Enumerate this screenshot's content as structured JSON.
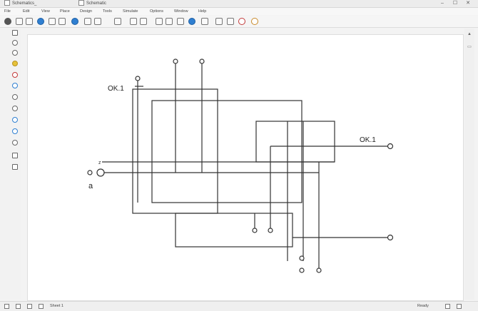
{
  "tabs": [
    {
      "label": "Schematics_"
    },
    {
      "label": "Schematic"
    }
  ],
  "window_controls": {
    "minimize": "–",
    "maximize": "☐",
    "close": "✕"
  },
  "menu": [
    "File",
    "Edit",
    "View",
    "Place",
    "Design",
    "Tools",
    "Simulate",
    "Options",
    "Window",
    "Help"
  ],
  "toolbar_icons": [
    "new-icon",
    "open-icon",
    "save-icon",
    "print-icon",
    "cut-icon",
    "copy-icon",
    "paste-icon",
    "undo-icon",
    "redo-icon",
    "zoom-in-icon",
    "zoom-out-icon",
    "zoom-fit-icon",
    "wire-icon",
    "bus-icon",
    "junction-icon",
    "label-icon",
    "ground-icon",
    "power-icon",
    "probe-icon",
    "run-icon",
    "stop-icon",
    "settings-icon"
  ],
  "left_tools": [
    "select-tool-icon",
    "wire-tool-icon",
    "power-tool-icon",
    "ground-tool-icon",
    "resistor-tool-icon",
    "capacitor-tool-icon",
    "inductor-tool-icon",
    "diode-tool-icon",
    "transistor-tool-icon",
    "source-tool-icon",
    "label-tool-icon",
    "text-tool-icon"
  ],
  "schematic": {
    "label_left": "OK.1",
    "label_right": "OK.1",
    "label_input": "a"
  },
  "status": {
    "left_text": "Sheet 1",
    "right_text": "Ready"
  },
  "colors": {
    "wire": "#333333",
    "canvas": "#ffffff",
    "accent": "#2f7fd1"
  }
}
